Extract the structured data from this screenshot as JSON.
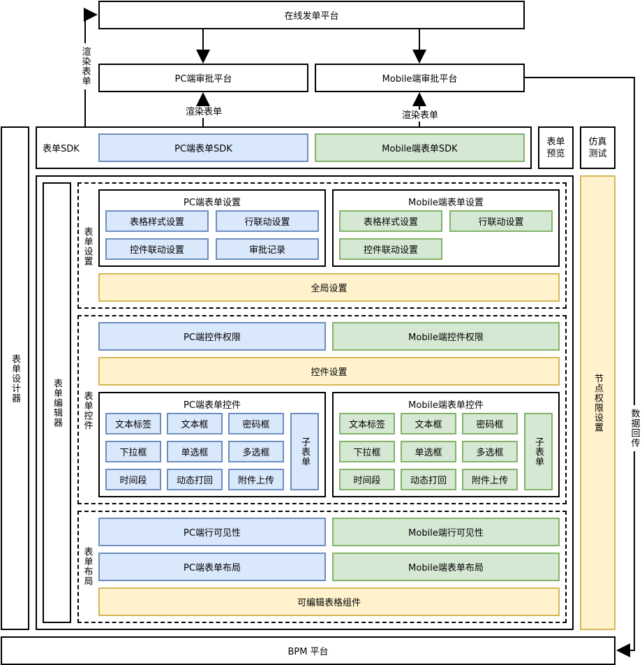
{
  "top": {
    "online_platform": "在线发单平台",
    "pc_approval": "PC端审批平台",
    "mobile_approval": "Mobile端审批平台",
    "render_form_left": "渲染表单",
    "render_form_mid": "渲染表单",
    "render_form_right": "渲染表单"
  },
  "sdk": {
    "label": "表单SDK",
    "pc": "PC端表单SDK",
    "mobile": "Mobile端表单SDK"
  },
  "side": {
    "preview": "表单预览",
    "simulate": "仿真测试",
    "designer": "表单设计器",
    "editor": "表单编辑器",
    "node_permission": "节点权限设置",
    "data_return": "数据回传"
  },
  "settings": {
    "group": "表单设置",
    "pc_title": "PC端表单设置",
    "pc_items": [
      "表格样式设置",
      "行联动设置",
      "控件联动设置",
      "审批记录"
    ],
    "mobile_title": "Mobile端表单设置",
    "mobile_items": [
      "表格样式设置",
      "行联动设置",
      "控件联动设置"
    ],
    "global": "全局设置"
  },
  "controls": {
    "group": "表单控件",
    "pc_permission": "PC端控件权限",
    "mobile_permission": "Mobile端控件权限",
    "control_settings": "控件设置",
    "pc_title": "PC端表单控件",
    "mobile_title": "Mobile端表单控件",
    "items": [
      "文本标签",
      "文本框",
      "密码框",
      "下拉框",
      "单选框",
      "多选框",
      "时间段",
      "动态打回",
      "附件上传"
    ],
    "subform": "子表单"
  },
  "layout": {
    "group": "表单布局",
    "pc_visibility": "PC端行可见性",
    "mobile_visibility": "Mobile端行可见性",
    "pc_layout": "PC端表单布局",
    "mobile_layout": "Mobile端表单布局",
    "editable_table": "可编辑表格组件"
  },
  "bottom": {
    "bpm": "BPM 平台"
  }
}
